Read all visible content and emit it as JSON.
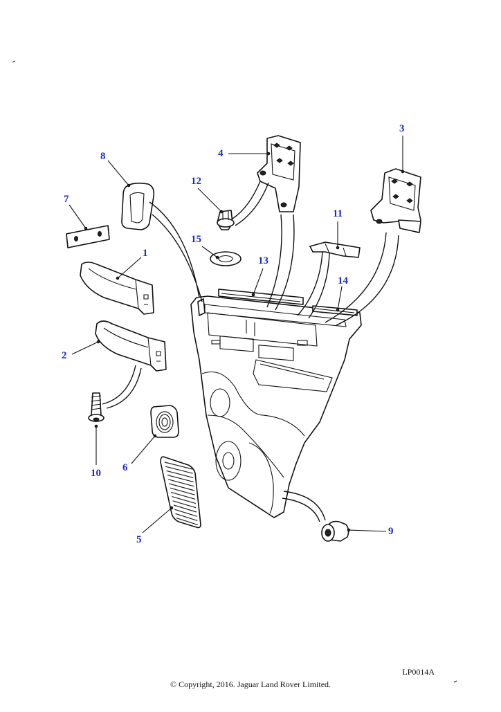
{
  "diagram": {
    "callouts": [
      {
        "id": "c1",
        "label": "1"
      },
      {
        "id": "c2",
        "label": "2"
      },
      {
        "id": "c3",
        "label": "3"
      },
      {
        "id": "c4",
        "label": "4"
      },
      {
        "id": "c5",
        "label": "5"
      },
      {
        "id": "c6",
        "label": "6"
      },
      {
        "id": "c7",
        "label": "7"
      },
      {
        "id": "c8",
        "label": "8"
      },
      {
        "id": "c9",
        "label": "9"
      },
      {
        "id": "c10",
        "label": "10"
      },
      {
        "id": "c11",
        "label": "11"
      },
      {
        "id": "c12",
        "label": "12"
      },
      {
        "id": "c13",
        "label": "13"
      },
      {
        "id": "c14",
        "label": "14"
      },
      {
        "id": "c15",
        "label": "15"
      }
    ],
    "callout_color": "#1a2bc8",
    "part_code": "LP0014A",
    "copyright": "© Copyright, 2016. Jaguar Land Rover Limited."
  }
}
